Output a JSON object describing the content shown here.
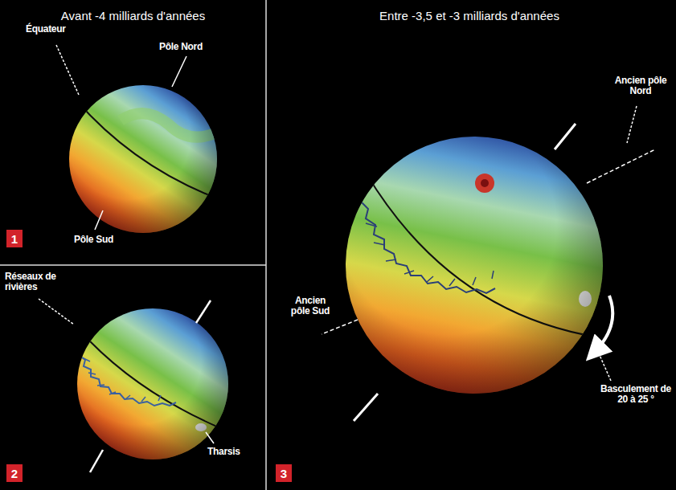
{
  "diagram": {
    "nodes": [
      {
        "text": [
          "1"
        ]
      },
      {
        "text": [
          "2"
        ]
      },
      {
        "text": [
          "3"
        ]
      }
    ],
    "labels": [
      "Avant -4 milliards d'années",
      "Équateur",
      "Pôle Nord",
      "Pôle Sud",
      "Réseaux de rivières",
      "Tharsis",
      "Entre -3,5 et -3 milliards d'années",
      "Ancien pôle Nord",
      "Ancien pôle Sud",
      "Basculement de 20 à 25 °"
    ]
  }
}
